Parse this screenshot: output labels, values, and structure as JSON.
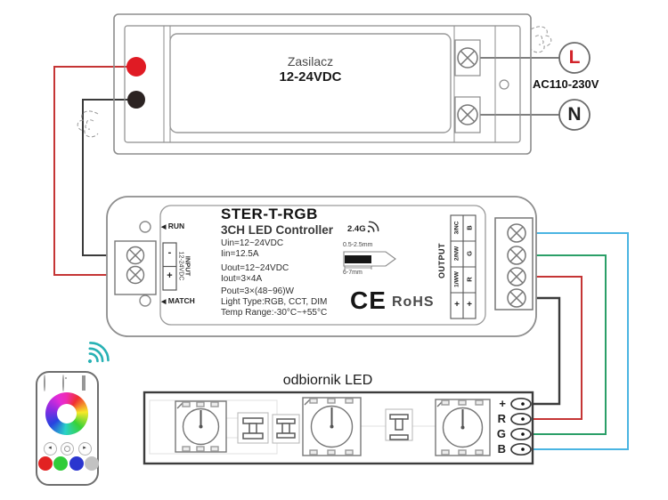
{
  "psu": {
    "label_line1": "Zasilacz",
    "label_line2": "12-24VDC"
  },
  "ac": {
    "voltage": "AC110-230V",
    "live": "L",
    "neutral": "N"
  },
  "controller": {
    "model": "STER-T-RGB",
    "type": "3CH LED Controller",
    "specs": [
      "Uin=12~24VDC",
      "Iin=12.5A",
      "Uout=12~24VDC",
      "Iout=3×4A",
      "Pout=3×(48~96)W",
      "Light Type:RGB, CCT, DIM",
      "Temp Range:-30°C~+55°C"
    ],
    "arrow": "◀",
    "run_label": "RUN",
    "match_label": "MATCH",
    "input": {
      "minus": "-",
      "plus": "+",
      "voltage": "12-24VDC",
      "label": "INPUT"
    },
    "radio": "2.4G",
    "wire_gauge": "0.5-2.5mm",
    "strip_length": "6-7mm",
    "ce": "CE",
    "rohs": "RoHS",
    "output": {
      "label": "OUTPUT",
      "rows": [
        {
          "ch": "3/NC",
          "color": "B"
        },
        {
          "ch": "2/NW",
          "color": "G"
        },
        {
          "ch": "1/WW",
          "color": "R"
        },
        {
          "ch": "+",
          "color": "+"
        }
      ]
    }
  },
  "strip": {
    "title": "odbiornik LED",
    "pads": [
      "+",
      "R",
      "G",
      "B"
    ]
  },
  "remote": {
    "left_arrow": "◂",
    "right_arrow": "▸"
  },
  "colors": {
    "wire_red": "#c53535",
    "wire_black": "#3b3b3b",
    "wire_blue": "#4ab5e2",
    "wire_green": "#2b9f68",
    "terminal_red": "#e01b24",
    "terminal_black": "#2b2322",
    "live_red": "#d2232a",
    "wifi_teal": "#27b1b4",
    "btn_red": "#e22222",
    "btn_green": "#30cc3a",
    "btn_blue": "#2a35cf",
    "btn_gray": "#c2c2c2"
  }
}
